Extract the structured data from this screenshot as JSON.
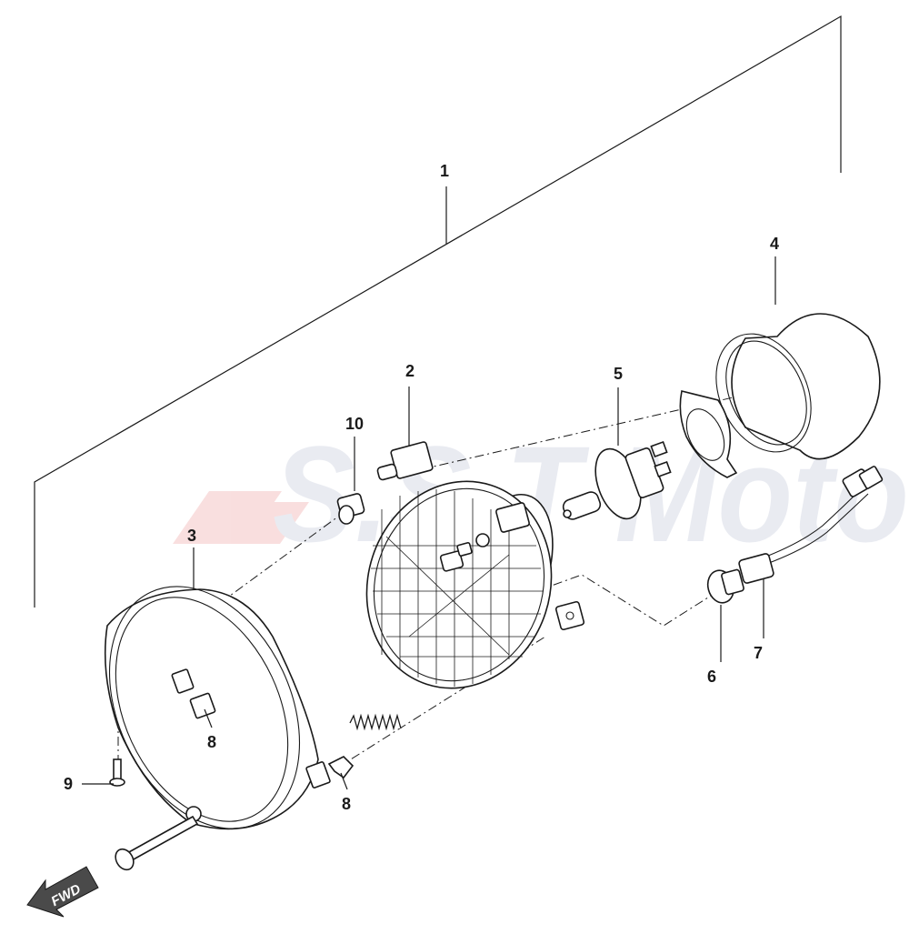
{
  "watermark": {
    "text": "S.S.T Moto"
  },
  "direction_badge": {
    "label": "FWD"
  },
  "callouts": [
    {
      "id": "1",
      "part": "headlight-assembly"
    },
    {
      "id": "2",
      "part": "headlight-unit"
    },
    {
      "id": "3",
      "part": "headlight-rim"
    },
    {
      "id": "4",
      "part": "rear-cover"
    },
    {
      "id": "5",
      "part": "headlight-bulb"
    },
    {
      "id": "6",
      "part": "position-bulb"
    },
    {
      "id": "7",
      "part": "bulb-socket"
    },
    {
      "id": "8",
      "part": "clip-nut"
    },
    {
      "id": "8",
      "part": "spring-clip"
    },
    {
      "id": "9",
      "part": "screw"
    },
    {
      "id": "10",
      "part": "adjuster"
    }
  ]
}
